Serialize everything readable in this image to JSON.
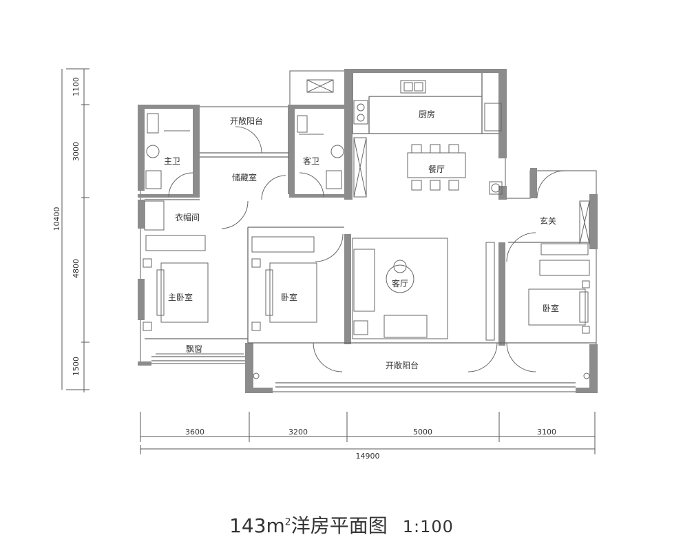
{
  "title": {
    "area": "143m",
    "area_sup": "2",
    "name": "洋房平面图",
    "scale": "1:100"
  },
  "rooms": {
    "master_bath": "主卫",
    "open_balcony_top": "开敞阳台",
    "guest_bath": "客卫",
    "kitchen": "厨房",
    "storage": "储藏室",
    "dining": "餐厅",
    "cloakroom": "衣帽间",
    "entrance": "玄关",
    "master_bedroom": "主卧室",
    "bedroom_mid": "卧室",
    "living": "客厅",
    "bedroom_right": "卧室",
    "bay_window": "飘窗",
    "open_balcony_bottom": "开敞阳台"
  },
  "dimensions": {
    "left": [
      "1100",
      "3000",
      "10400",
      "4800",
      "1500"
    ],
    "bottom": [
      "3600",
      "3200",
      "5000",
      "3100"
    ],
    "total": "14900"
  },
  "colors": {
    "wall": "#8c8c8c",
    "line": "#555555",
    "text": "#333333"
  }
}
